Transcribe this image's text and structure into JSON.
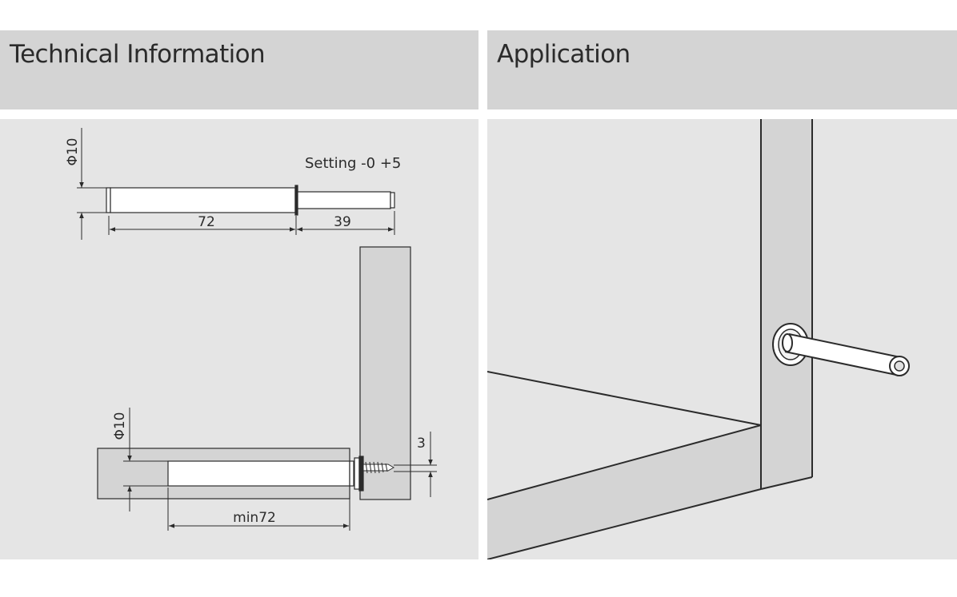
{
  "headers": {
    "technical": "Technical Information",
    "application": "Application"
  },
  "drawing": {
    "diameter_top": "Φ10",
    "setting": "Setting -0  +5",
    "length_body": "72",
    "length_rod": "39",
    "diameter_bottom": "Φ10",
    "screw_offset": "3",
    "min_depth": "min72"
  },
  "colors": {
    "header_bg": "#d4d4d4",
    "panel_bg": "#e5e5e5",
    "line": "#2b2b2b",
    "wood": "#d4d4d4"
  }
}
